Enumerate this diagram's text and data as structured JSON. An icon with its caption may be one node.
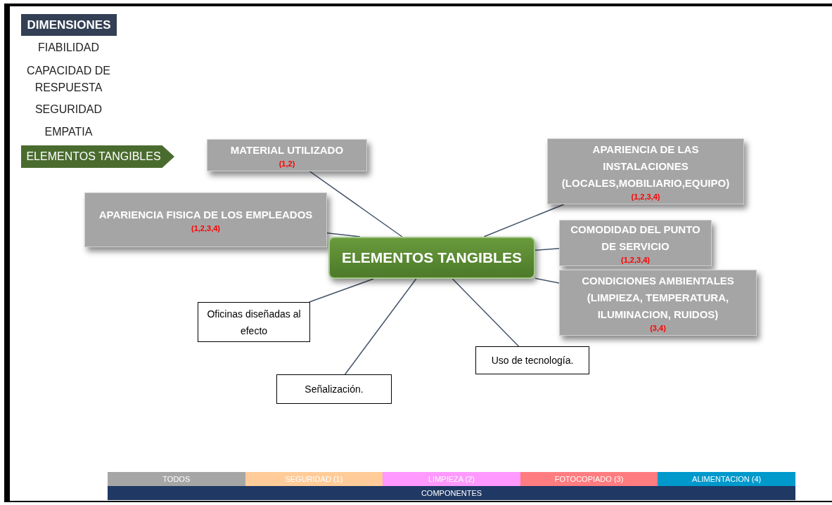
{
  "diagram": {
    "nodes": [
      {
        "text": [
          "DIMENSIONES"
        ]
      },
      {
        "text": [
          "ELEMENTOS TANGIBLES"
        ]
      },
      {
        "text": [
          "MATERIAL UTILIZADO",
          "(1,2)"
        ]
      },
      {
        "text": [
          "APARIENCIA DE LAS INSTALACIONES (LOCALES,MOBILIARIO,EQUIPO)",
          "(1,2,3,4)"
        ]
      },
      {
        "text": [
          "APARIENCIA FISICA DE LOS EMPLEADOS",
          "(1,2,3,4)"
        ]
      },
      {
        "text": [
          "ELEMENTOS TANGIBLES"
        ]
      },
      {
        "text": [
          "COMODIDAD DEL PUNTO DE SERVICIO",
          "(1,2,3,4)"
        ]
      },
      {
        "text": [
          "CONDICIONES AMBIENTALES (LIMPIEZA, TEMPERATURA, ILUMINACION, RUIDOS)",
          "(3,4)"
        ]
      },
      {
        "text": [
          "Oficinas diseñadas al efecto"
        ]
      },
      {
        "text": [
          "Uso de tecnología."
        ]
      },
      {
        "text": [
          "Señalización."
        ]
      },
      {
        "text": [
          "COMPONENTES"
        ]
      }
    ],
    "edges": [
      {
        "from": 5,
        "to": 2,
        "arrow": "none"
      },
      {
        "from": 5,
        "to": 3,
        "arrow": "none"
      },
      {
        "from": 5,
        "to": 4,
        "arrow": "none"
      },
      {
        "from": 5,
        "to": 6,
        "arrow": "none"
      },
      {
        "from": 5,
        "to": 7,
        "arrow": "none"
      },
      {
        "from": 5,
        "to": 8,
        "arrow": "none"
      },
      {
        "from": 5,
        "to": 9,
        "arrow": "none"
      },
      {
        "from": 5,
        "to": 10,
        "arrow": "none"
      }
    ],
    "labels": [
      "FIABILIDAD",
      "CAPACIDAD DE RESPUESTA",
      "SEGURIDAD",
      "EMPATIA"
    ],
    "legend": [
      {
        "text": "TODOS",
        "color": "#a6a6a6"
      },
      {
        "text": "SEGURIDAD (1)",
        "color": "#ffcc99"
      },
      {
        "text": "LIMPIEZA (2)",
        "color": "#ff99ff"
      },
      {
        "text": "FOTOCOPIADO (3)",
        "color": "#ff7c80"
      },
      {
        "text": "ALIMENTACION (4)",
        "color": "#0099cc"
      }
    ]
  }
}
